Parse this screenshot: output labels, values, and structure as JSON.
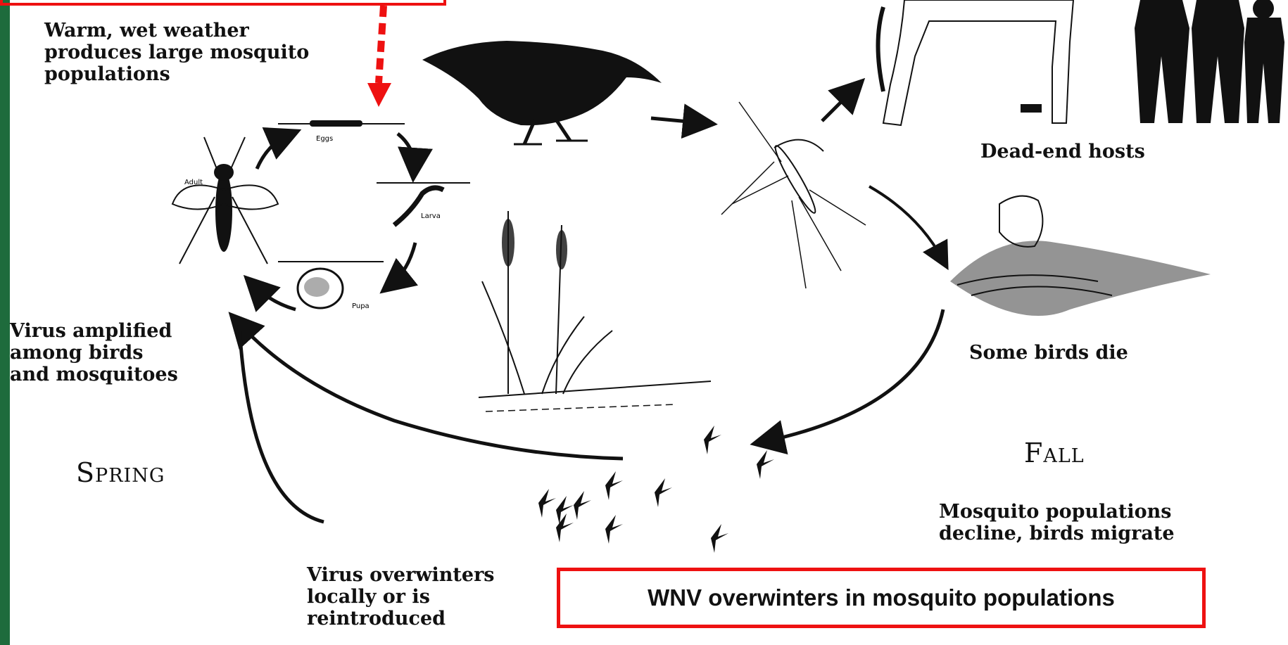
{
  "labels": {
    "warm_wet": "Warm, wet weather\nproduces large mosquito\npopulations",
    "virus_amplified": "Virus amplified\namong birds\nand mosquitoes",
    "dead_end": "Dead-end hosts",
    "birds_die": "Some birds die",
    "mosquito_decline": "Mosquito populations\ndecline, birds migrate",
    "overwinters": "Virus overwinters\nlocally or is\nreintroduced",
    "spring": "Spring",
    "fall": "Fall"
  },
  "lifecycle_labels": {
    "egg": "Eggs",
    "larva": "Larva",
    "pupa": "Pupa",
    "adult": "Adult"
  },
  "callout": {
    "text": "WNV overwinters in mosquito populations"
  },
  "colors": {
    "accent_red": "#ee1111",
    "edge_green": "#1e6b3c",
    "ink": "#111111"
  }
}
